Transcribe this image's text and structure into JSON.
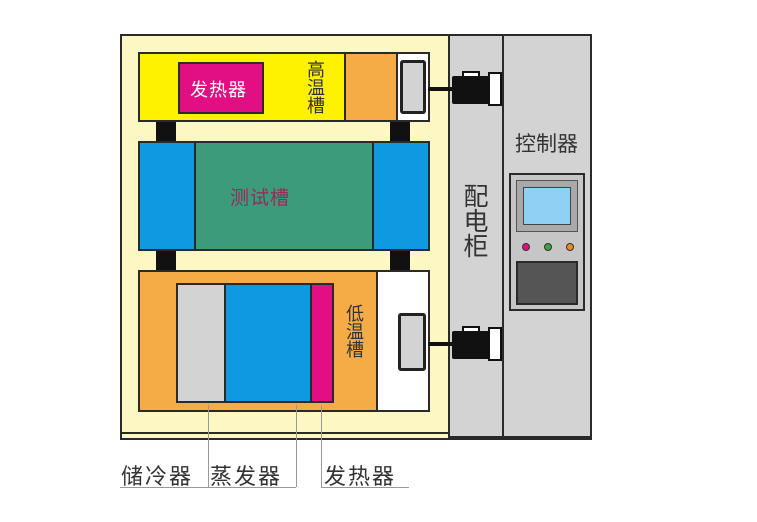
{
  "colors": {
    "cabinet": "#fdf7c3",
    "yellow": "#fff200",
    "orange": "#f6ac46",
    "blue": "#0f99e0",
    "green": "#3b9b7b",
    "magenta": "#e20e83",
    "gray_panel": "#d3d3d4",
    "white": "#ffffff"
  },
  "high_temp": {
    "label": "高温槽",
    "heater": "发热器"
  },
  "test_chamber": {
    "label": "测试槽"
  },
  "low_temp": {
    "label": "低温槽"
  },
  "power_cabinet": {
    "label": "配电柜"
  },
  "controller": {
    "label": "控制器",
    "lights": [
      "#e20e83",
      "#3aa540",
      "#f08a1c"
    ]
  },
  "bottom_labels": {
    "storage": "储冷器",
    "evaporator": "蒸发器",
    "heater": "发热器"
  }
}
